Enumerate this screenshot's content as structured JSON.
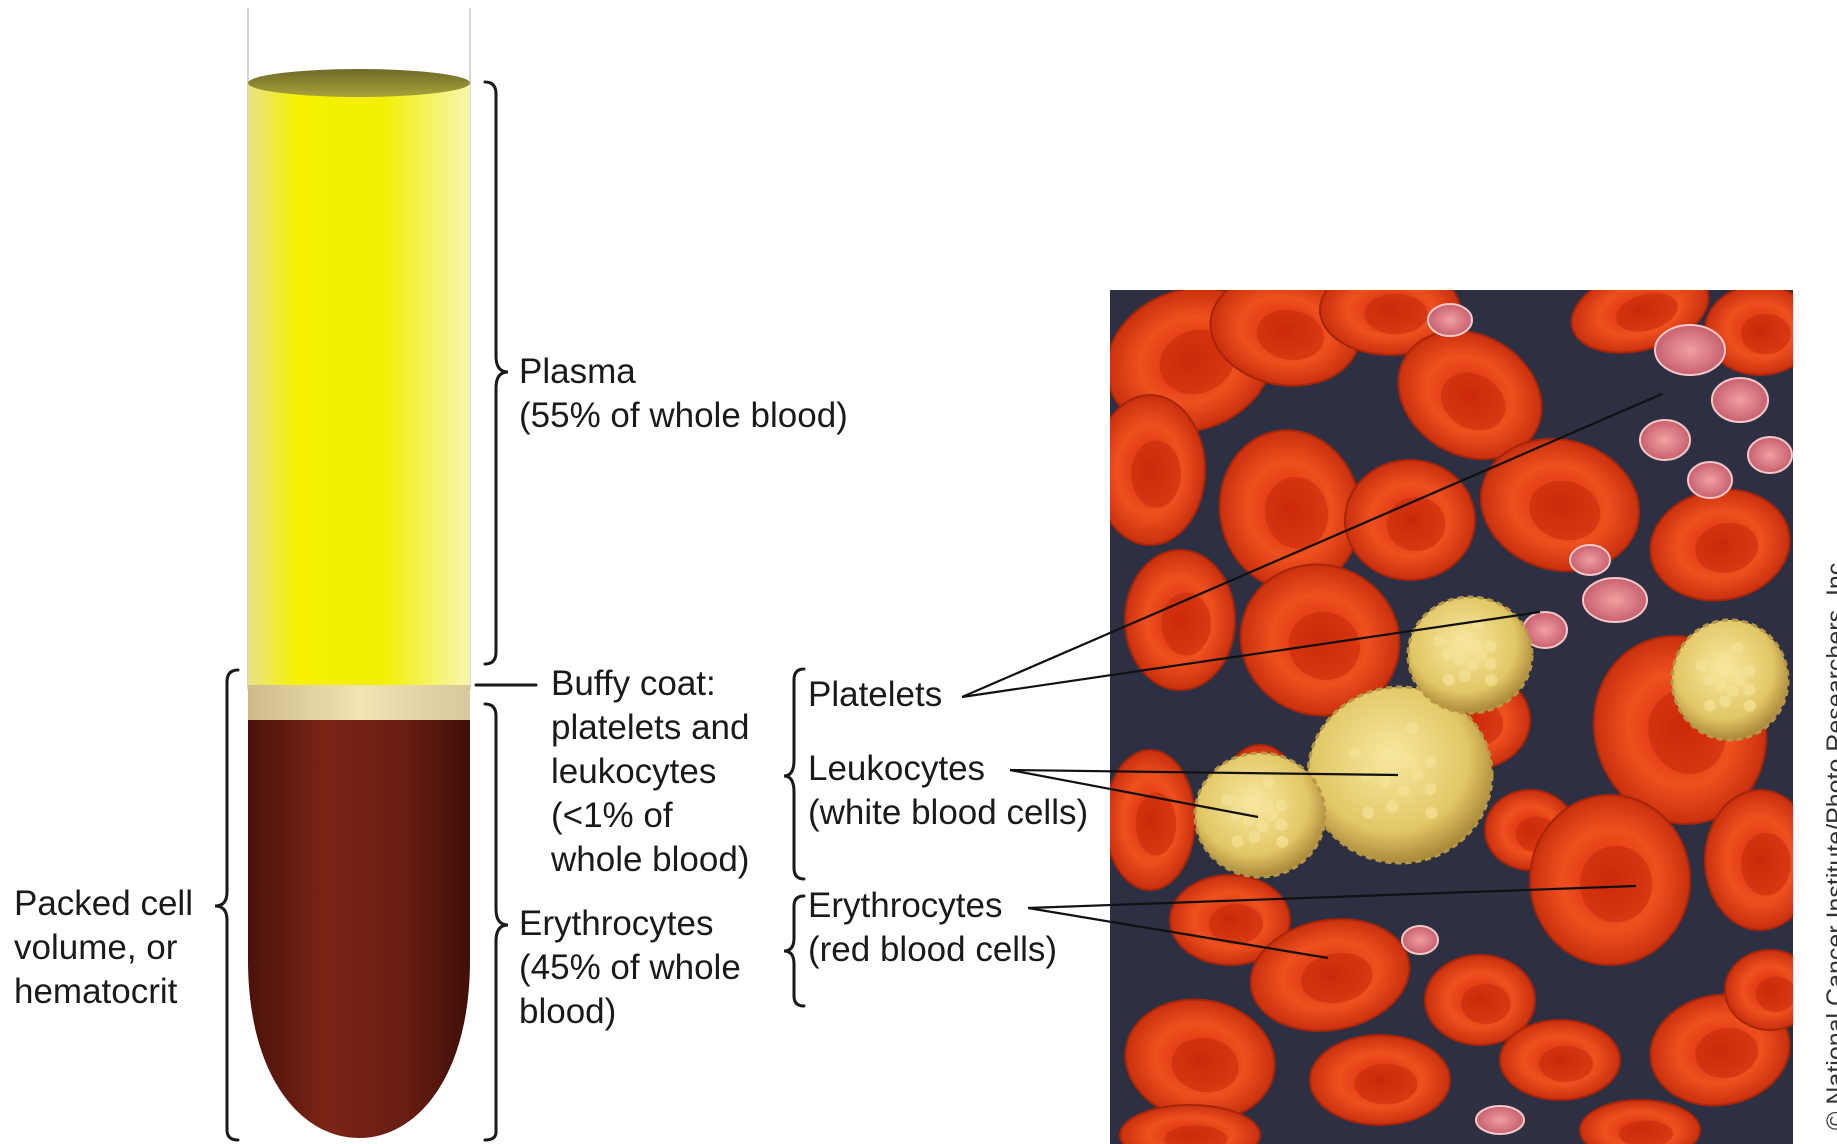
{
  "labels": {
    "plasma_name": "Plasma",
    "plasma_pct": "(55% of whole blood)",
    "buffy_1": "Buffy coat:",
    "buffy_2": "platelets and",
    "buffy_3": "leukocytes",
    "buffy_4": "(<1% of",
    "buffy_5": "whole blood)",
    "erythro_name": "Erythrocytes",
    "erythro_pct_1": "(45% of whole",
    "erythro_pct_2": "blood)",
    "packed_1": "Packed cell",
    "packed_2": "volume, or",
    "packed_3": "hematocrit",
    "platelets": "Platelets",
    "leukocytes": "Leukocytes",
    "leukocytes_sub": "(white blood cells)",
    "erythrocytes": "Erythrocytes",
    "erythrocytes_sub": "(red blood cells)"
  },
  "fractions": {
    "plasma_percent": 55,
    "buffy_coat_percent_max": 1,
    "erythrocytes_percent": 45
  },
  "credit": "© National Cancer Institute/Photo Researchers, Inc.",
  "colors": {
    "plasma": "#f2f000",
    "buffy_coat": "#ecd9a8",
    "erythrocytes": "#6e1f14",
    "red_blood_cell": "#f04a1c",
    "white_blood_cell": "#e8cf6a",
    "micrograph_background": "#2c3042"
  }
}
